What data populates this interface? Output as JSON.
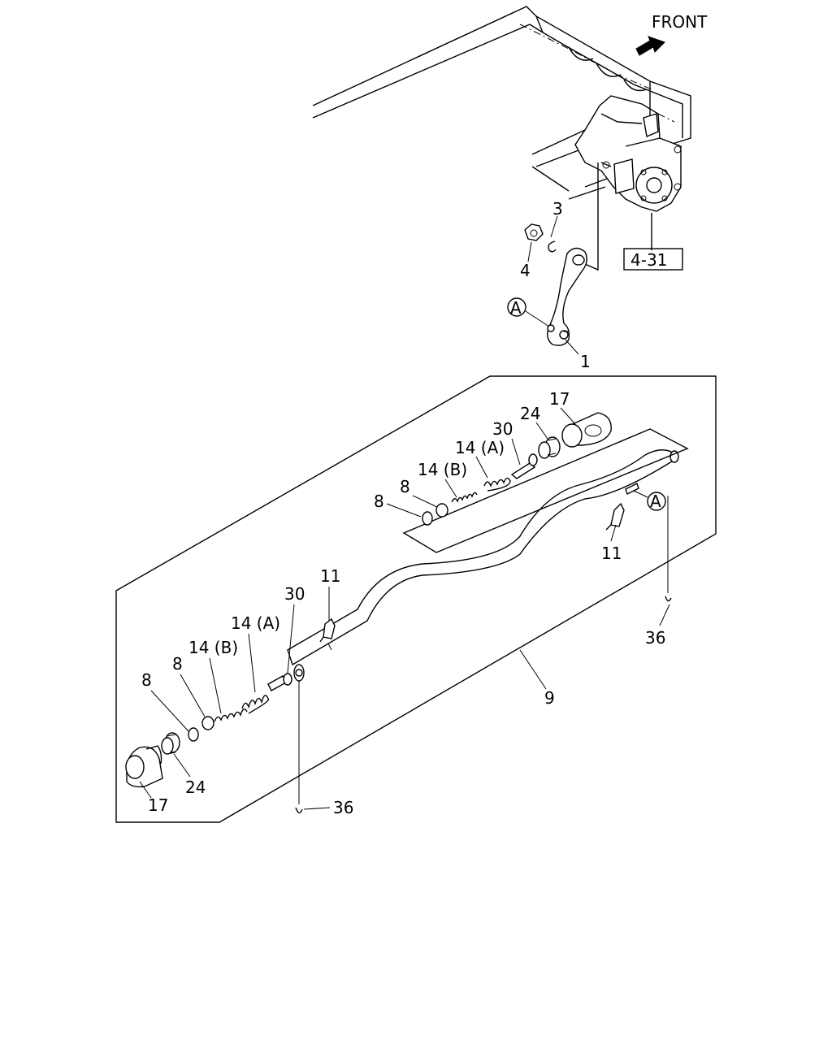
{
  "direction_label": "FRONT",
  "reference_box": "4-31",
  "callouts": {
    "upper": {
      "part_1": "1",
      "part_3": "3",
      "part_4": "4",
      "ref_a": "A"
    },
    "kit_upper": {
      "part_8a": "8",
      "part_8b": "8",
      "part_14b": "14 (B)",
      "part_14a": "14 (A)",
      "part_30": "30",
      "part_24": "24",
      "part_17": "17",
      "part_11": "11",
      "ref_a": "A",
      "part_36": "36"
    },
    "kit_lower": {
      "part_8a": "8",
      "part_8b": "8",
      "part_14b": "14 (B)",
      "part_14a": "14 (A)",
      "part_30": "30",
      "part_11": "11",
      "part_24": "24",
      "part_17": "17",
      "part_36": "36",
      "part_9": "9"
    }
  }
}
